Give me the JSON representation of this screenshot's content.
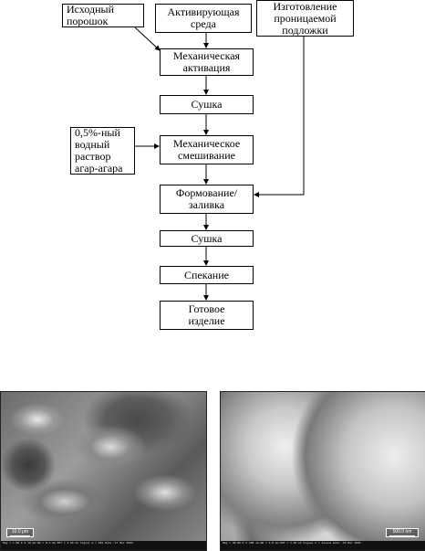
{
  "flowchart": {
    "raw_powder": [
      "Исходный",
      "порошок"
    ],
    "activating_medium": [
      "Активирующая",
      "среда"
    ],
    "substrate": [
      "Изготовление",
      "проницаемой",
      "подложки"
    ],
    "mech_activation": [
      "Механическая",
      "активация"
    ],
    "drying_1": "Сушка",
    "agar_solution": [
      "0,5%-ный",
      "водный",
      "раствор",
      "агар-агара"
    ],
    "mech_mixing": [
      "Механическое",
      "смешивание"
    ],
    "forming": [
      "Формование/",
      "заливка"
    ],
    "drying_2": "Сушка",
    "sintering": "Спекание",
    "finished_product": [
      "Готовое",
      "изделие"
    ]
  },
  "micrographs": {
    "left": {
      "scale_label": "10.0 μm",
      "info_bar": "Mag = 1.00 K X   10 μm   WD = 8.4 mm   EHT = 3.00 kV   Signal A = SE2   Date :17 Mar 2005"
    },
    "right": {
      "scale_label": "500.0 nm",
      "info_bar": "Mag = 40.00 K X   200 nm   WD = 5.8 mm   EHT = 3.00 kV   Signal A = InLens   Date :10 Mar 2005"
    }
  }
}
